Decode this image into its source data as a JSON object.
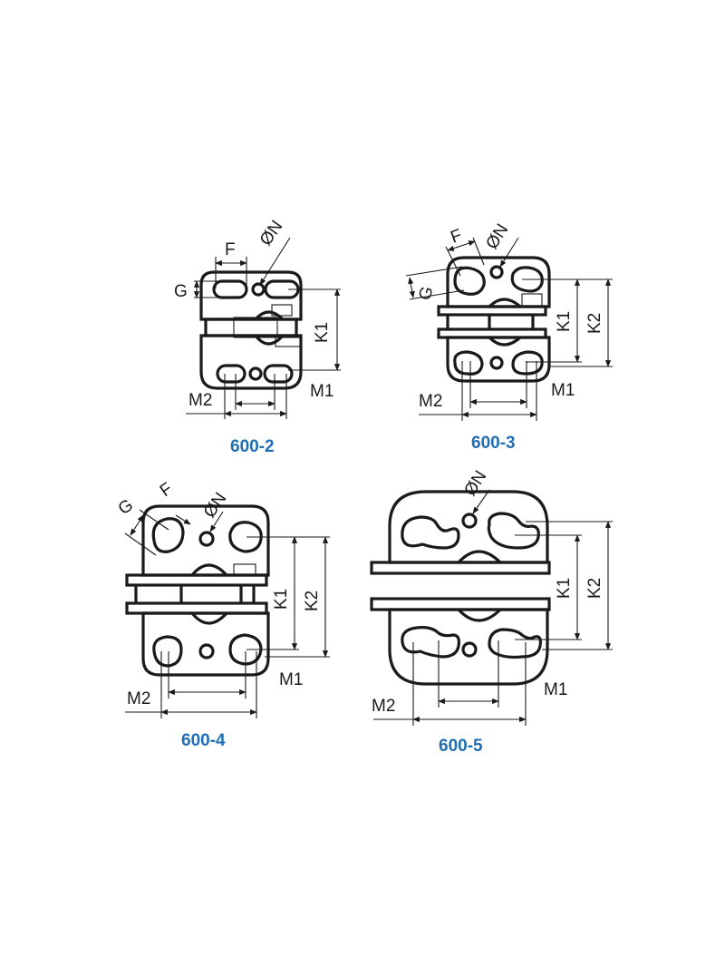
{
  "models": {
    "m2": "600-2",
    "m3": "600-3",
    "m4": "600-4",
    "m5": "600-5"
  },
  "dims": {
    "F": "F",
    "G": "G",
    "N": "ØN",
    "K1": "K1",
    "K2": "K2",
    "M1": "M1",
    "M2": "M2"
  },
  "colors": {
    "ink": "#1a1a1a",
    "model_label": "#1f6eb4"
  }
}
